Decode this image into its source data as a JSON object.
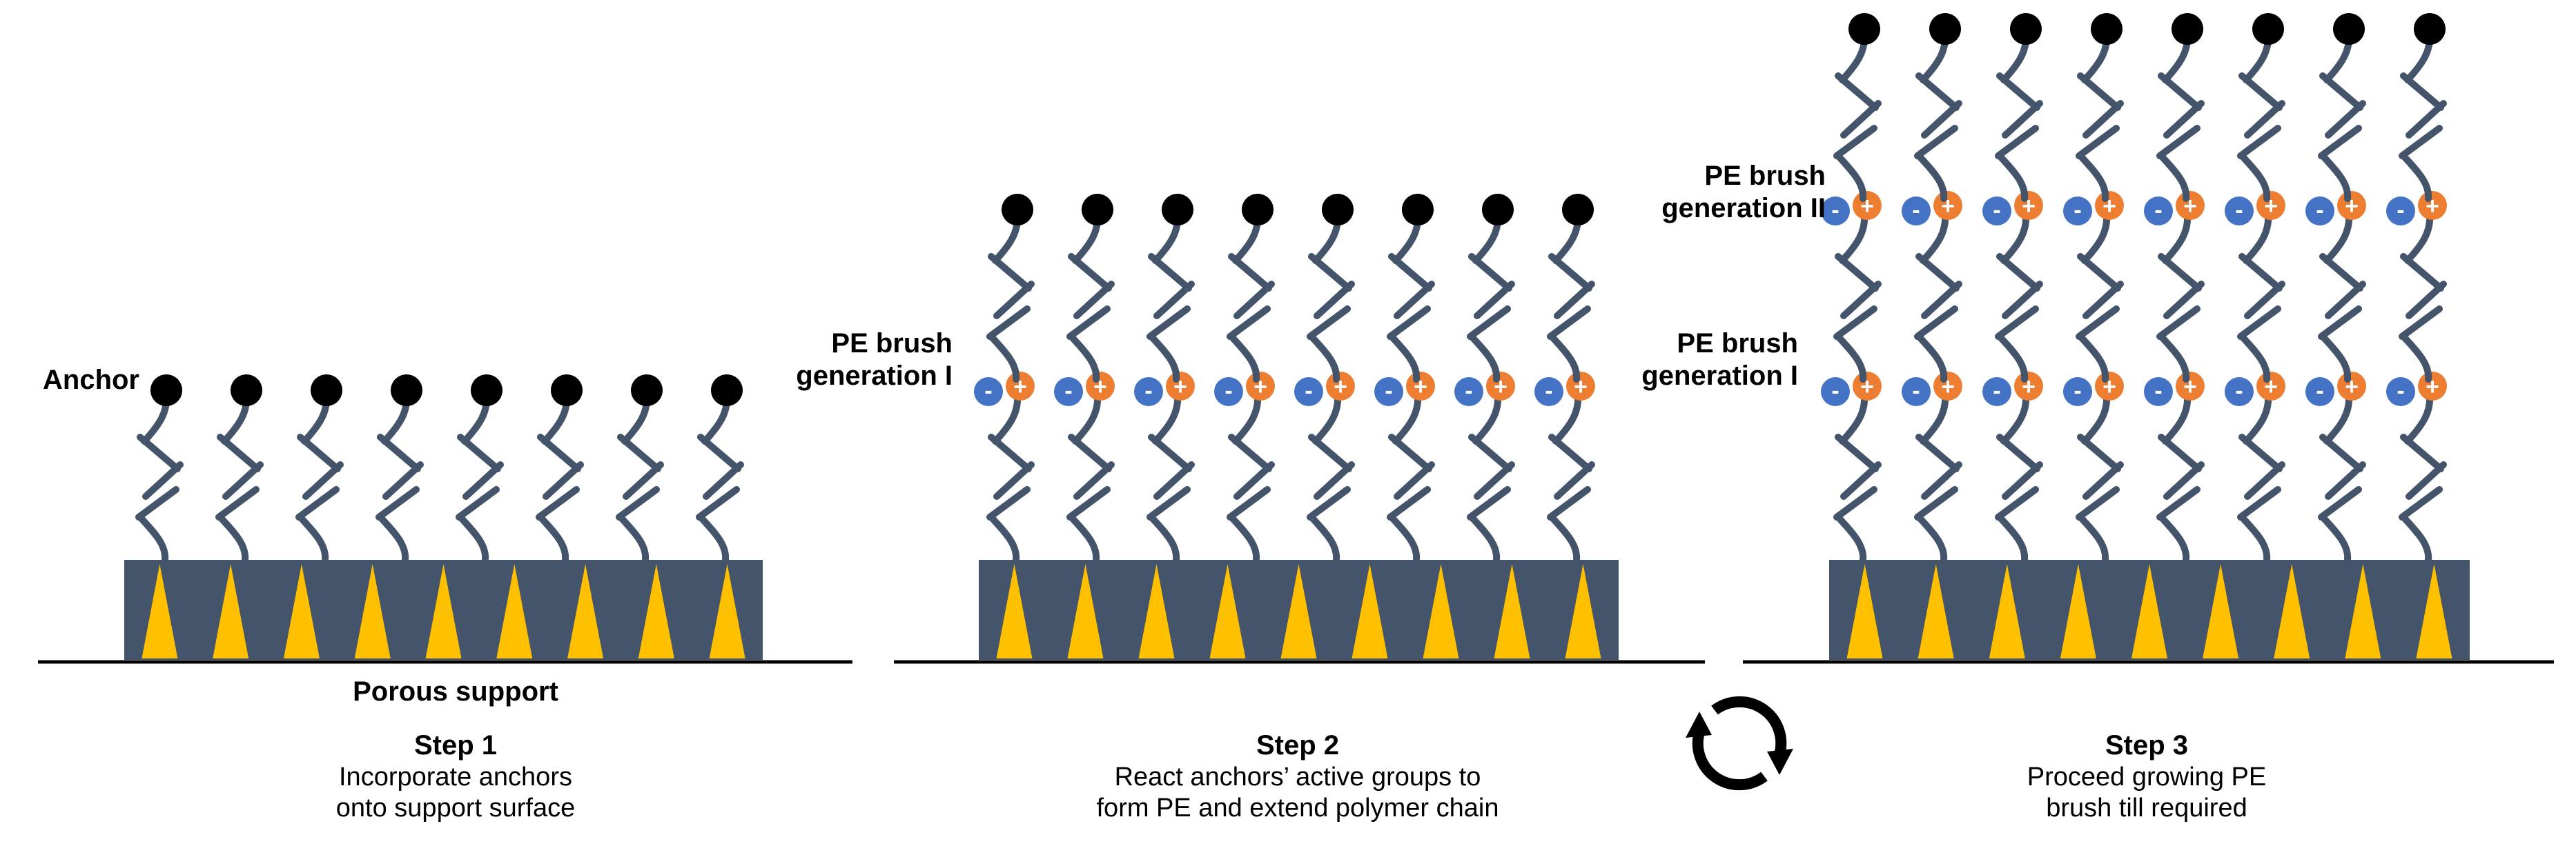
{
  "colors": {
    "support": "#44546a",
    "pore": "#ffc000",
    "chain": "#44546a",
    "anchor": "#000000",
    "negative": "#4472c4",
    "positive": "#ed7d31",
    "baseline": "#000000",
    "cycle_arrow": "#000000"
  },
  "icons": {
    "anchor": "black-circle",
    "negative_charge": "minus-sign",
    "positive_charge": "plus-sign",
    "cycle": "circular-arrows-icon"
  },
  "labels": {
    "anchor": "Anchor",
    "porous_support": "Porous support",
    "pe_brush_gen1_line1": "PE brush",
    "pe_brush_gen1_line2": "generation I",
    "pe_brush_gen2_line1": "PE brush",
    "pe_brush_gen2_line2": "generation II"
  },
  "steps": [
    {
      "title": "Step 1",
      "line1": "Incorporate anchors",
      "line2": "onto support surface"
    },
    {
      "title": "Step 2",
      "line1": "React anchors’ active groups to",
      "line2": "form PE and extend polymer chain"
    },
    {
      "title": "Step 3",
      "line1": "Proceed growing PE",
      "line2": "brush till required"
    }
  ],
  "panels": [
    {
      "name": "step1-panel",
      "chains": 8,
      "brush_generations": 0
    },
    {
      "name": "step2-panel",
      "chains": 8,
      "brush_generations": 1
    },
    {
      "name": "step3-panel",
      "chains": 8,
      "brush_generations": 2
    }
  ],
  "charge_symbols": {
    "negative": "-",
    "positive": "+"
  }
}
